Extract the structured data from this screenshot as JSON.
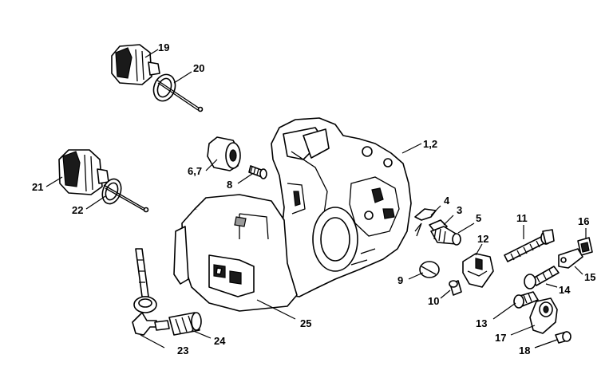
{
  "diagram": {
    "labels": [
      {
        "id": "19",
        "text": "19"
      },
      {
        "id": "20",
        "text": "20"
      },
      {
        "id": "21",
        "text": "21"
      },
      {
        "id": "22",
        "text": "22"
      },
      {
        "id": "6_7",
        "text": "6,7"
      },
      {
        "id": "8",
        "text": "8"
      },
      {
        "id": "1_2",
        "text": "1,2"
      },
      {
        "id": "4",
        "text": "4"
      },
      {
        "id": "3",
        "text": "3"
      },
      {
        "id": "5",
        "text": "5"
      },
      {
        "id": "11",
        "text": "11"
      },
      {
        "id": "16",
        "text": "16"
      },
      {
        "id": "12",
        "text": "12"
      },
      {
        "id": "9",
        "text": "9"
      },
      {
        "id": "15",
        "text": "15"
      },
      {
        "id": "10",
        "text": "10"
      },
      {
        "id": "14",
        "text": "14"
      },
      {
        "id": "13",
        "text": "13"
      },
      {
        "id": "17",
        "text": "17"
      },
      {
        "id": "18",
        "text": "18"
      },
      {
        "id": "25",
        "text": "25"
      },
      {
        "id": "23",
        "text": "23"
      },
      {
        "id": "24",
        "text": "24"
      }
    ]
  }
}
